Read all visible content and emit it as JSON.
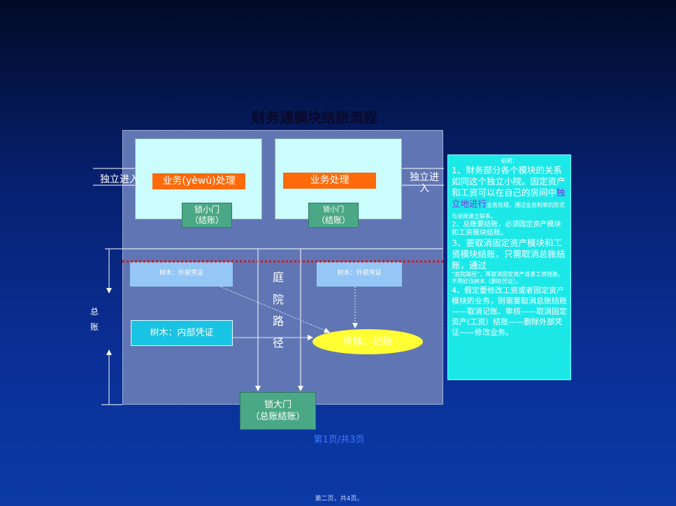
{
  "title": "财务通模块结账流程",
  "left_entry": "独立进入",
  "right_entry_line1": "独立进",
  "right_entry_line2": "入",
  "room_left": {
    "process": "业务(yèwù)处理",
    "lock_line1": "锁小门",
    "lock_line2": "（结账）"
  },
  "room_right": {
    "process": "业务处理",
    "lock_line1": "锁小门",
    "lock_line2": "（结账）"
  },
  "ledger_label": [
    "总",
    "账"
  ],
  "tree_external_left": "树木：外部凭证",
  "tree_external_right": "树木：外部凭证",
  "tree_internal": "树木：内部凭证",
  "courtyard_path": [
    "庭",
    "院",
    "路",
    "径"
  ],
  "audit": "审核、记账",
  "big_gate_line1": "锁大门",
  "big_gate_line2": "（总账结账）",
  "note": {
    "heading": "说明：",
    "p1_big": "1、财务部分各个模块的关系如同这个独立小院。固定资产和工资可以在自己的房间中",
    "p1_highlight": "独立地进行",
    "p1_small": "业务处理，通过业务制单的形式与总账建立联系。",
    "p2": "2、总账要结账，必须固定资产模块和工资模块结账。",
    "p3_big": "3、要取消固定资产模块和工资模块结账，只需取消总账结账，通过",
    "p3_small": "“庭院路径”，再取消固定资产或者工资结账，不用砍伐树木（删除凭证）。",
    "p4": "4、假定要修改工资或者固定资产模块的业务，则需要取消总账结账——取消记账、审核——取消固定资产(工资）结账——删除外部凭证——修改业务。"
  },
  "page_number": "第1页/共3页",
  "footer": "第二页，共4页。",
  "colors": {
    "panel": "#6076b4",
    "room": "#ccfdfd",
    "orange": "#ff6a0a",
    "green": "#4aa887",
    "note": "#1de8e8",
    "ellipse": "#ffff33",
    "dashed_red": "#e01010"
  }
}
